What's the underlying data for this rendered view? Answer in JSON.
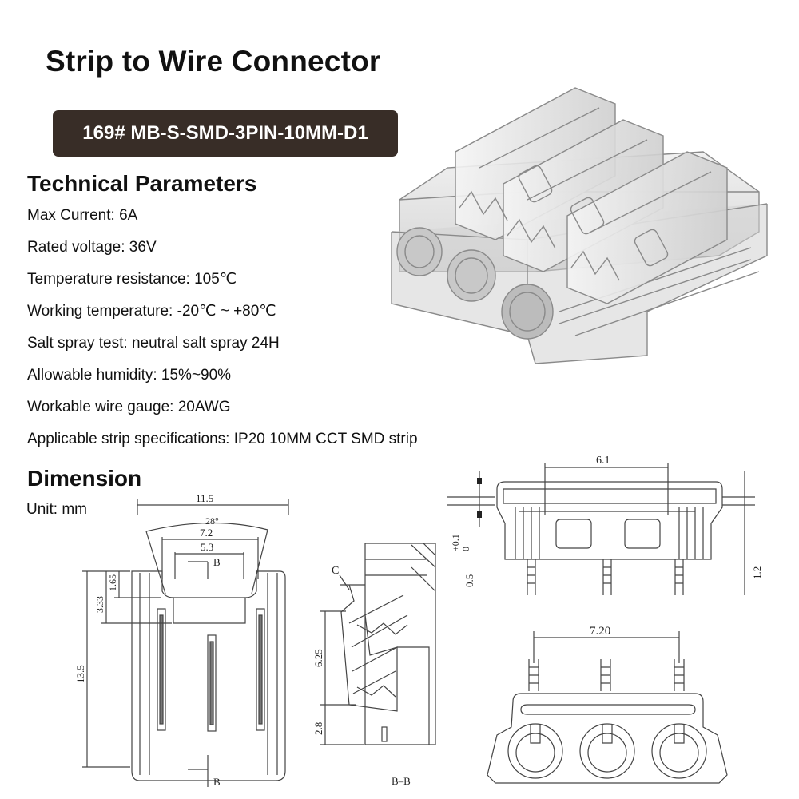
{
  "title": "Strip to Wire Connector",
  "model": "169# MB-S-SMD-3PIN-10MM-D1",
  "tech_params": {
    "heading": "Technical Parameters",
    "items": [
      "Max Current: 6A",
      "Rated voltage: 36V",
      "Temperature resistance: 105℃",
      "Working temperature: -20℃ ~ +80℃",
      "Salt spray test: neutral salt spray 24H",
      "Allowable humidity: 15%~90%",
      "Workable wire gauge: 20AWG",
      "Applicable strip specifications: IP20 10MM  CCT SMD strip"
    ]
  },
  "dimension": {
    "heading": "Dimension",
    "unit": "Unit: mm",
    "top_view": {
      "width_total": "11.5",
      "radius": "28°",
      "width_mid": "7.2",
      "width_inner": "5.3",
      "height_total": "13.5",
      "depth_a": "1.65",
      "depth_b": "3.33",
      "section_mark": "B"
    },
    "section_view": {
      "height_a": "6.25",
      "height_b": "2.8",
      "detail_label": "C",
      "label": "B–B"
    },
    "front_view": {
      "width": "6.1",
      "tolerance": "+0.1\n0",
      "thickness": "0.5",
      "height": "1.2"
    },
    "end_view": {
      "pin_spacing": "7.20"
    }
  }
}
